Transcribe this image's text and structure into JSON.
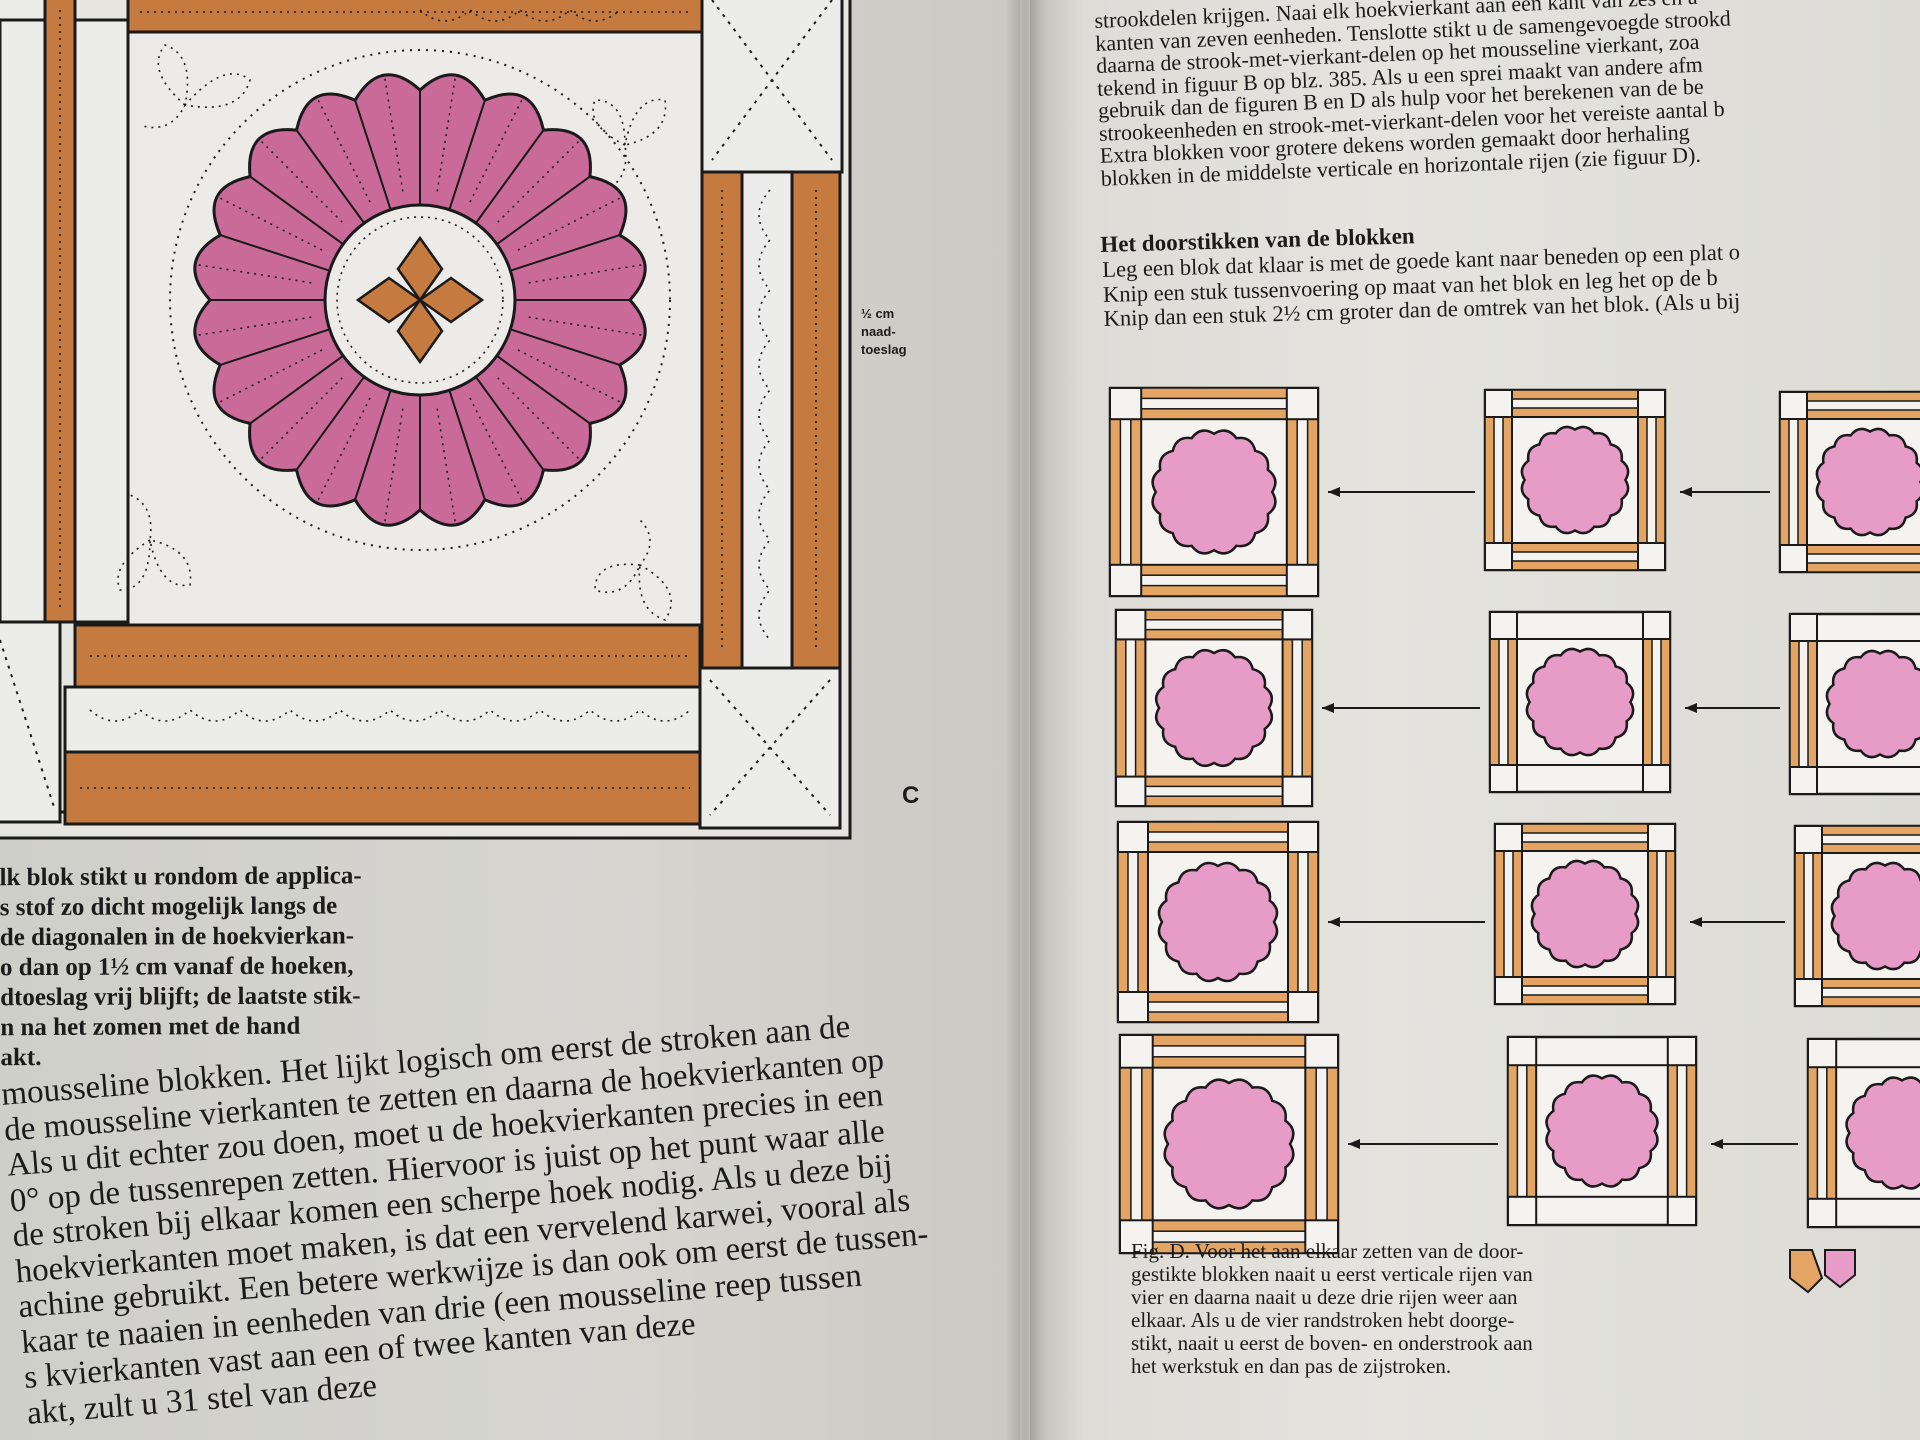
{
  "colors": {
    "pink": "#c96a98",
    "light_pink": "#e79bc7",
    "orange": "#c57a3f",
    "light_orange": "#e3a464",
    "outline": "#1a1a1a",
    "paper": "#dddcd6"
  },
  "figure_c": {
    "label": "C",
    "seam_allowance": [
      "½ cm",
      "naad-",
      "toeslag"
    ]
  },
  "left_caption": [
    "lk blok stikt u rondom de applica-",
    "s stof zo dicht mogelijk langs de",
    " de diagonalen in de hoekvierkan-",
    "o dan op 1½ cm vanaf de hoeken,",
    "dtoeslag vrij blijft; de laatste stik-",
    "n na het zomen met de hand",
    "akt."
  ],
  "left_body": [
    " mousseline blokken. Het lijkt logisch om eerst de stroken aan de",
    " de mousseline vierkanten te zetten en daarna de hoekvierkanten op",
    "Als u dit echter zou doen, moet u de hoekvierkanten precies in een",
    "0° op de tussenrepen zetten. Hiervoor is juist op het punt waar alle",
    "de stroken bij elkaar komen een scherpe hoek nodig. Als u deze bij",
    "hoekvierkanten moet maken, is dat een vervelend karwei, vooral als",
    "achine gebruikt. Een betere werkwijze is dan ook om eerst de tussen-",
    "kaar te naaien in eenheden van drie (een mousseline reep tussen",
    "  s  kvierkanten vast aan een of twee kanten van deze",
    "   akt, zult u 31 stel van deze"
  ],
  "right_top": [
    "strookdelen krijgen. Naai elk hoekvierkant aan een kant van zes en a",
    "kanten van zeven eenheden. Tenslotte stikt u de samengevoegde strookd",
    "daarna de strook-met-vierkant-delen op het mousseline vierkant, zoa",
    "tekend in figuur B op blz. 385. Als u een sprei maakt van andere afm",
    "gebruik dan de figuren B en D als hulp voor het berekenen van de be",
    "strookeenheden en strook-met-vierkant-delen voor het vereiste aantal b",
    "Extra blokken voor grotere dekens worden gemaakt door herhaling",
    "blokken in de middelste verticale en horizontale rijen (zie figuur D)."
  ],
  "heading": "Het doorstikken van de blokken",
  "para2": [
    "Leg een blok dat klaar is met de goede kant naar beneden op een plat o",
    "Knip een stuk tussenvoering op maat van het blok en leg het op de b",
    "Knip dan een stuk 2½ cm groter dan de omtrek van het blok. (Als u bij"
  ],
  "fig_d_caption": [
    "Fig. D.  Voor het aan elkaar zetten van de door-",
    "gestikte blokken naait u eerst verticale rijen van",
    "vier en daarna naait u deze drie rijen weer aan",
    "elkaar. Als u de vier randstroken hebt doorge-",
    "stikt, naait u eerst de boven- en onderstrook aan",
    "het werkstuk en dan pas de zijstroken."
  ]
}
